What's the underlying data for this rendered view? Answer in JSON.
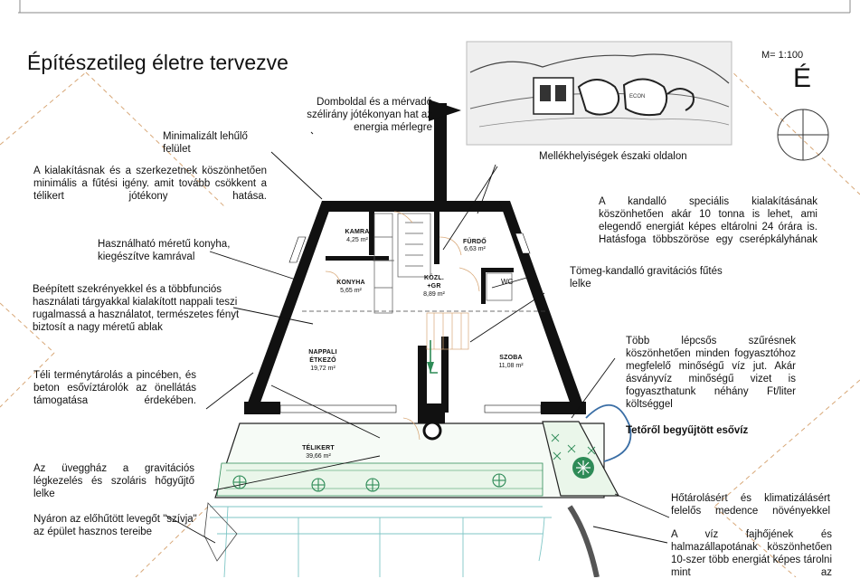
{
  "title": "Építészetileg életre tervezve",
  "scale": "M= 1:100",
  "north": "É",
  "colors": {
    "wall": "#111111",
    "green": "#2e8b57",
    "dashed": "#d8a878",
    "cyan": "#7fc6c6",
    "blue": "#3a6ea5"
  },
  "annotations": {
    "hill_wind": "Domboldal és a mérvadó szélirány jótékonyan hat az energia mérlegre",
    "minimal_surface": "Minimalizált lehűlő felület",
    "design_text": "A kialakításnak és a szerkezetnek köszönhetően minimális a fűtési igény. amit tovább csökkent a télikert jótékony hatása.",
    "ancillary_north": "Mellékhelyiségek északi oldalon",
    "fireplace_note": "A kandalló speciális kialakításának köszönhetően akár 10 tonna is lehet, ami elegendő energiát képes eltárolni 24 órára is. Hatásfoga többszöröse egy cserépkályhának",
    "kitchen_note": "Használható méretű konyha, kiegészítve kamrával",
    "mass_fireplace": "Tömeg-kandalló gravitációs fűtés lelke",
    "built_in": "Beépített szekrényekkel és a többfunciós használati tárgyakkal kialakított nappali teszi rugalmassá a használatot, természetes fényt biztosít a nagy méretű ablak",
    "filtration": "Több lépcsős szűrésnek köszönhetően minden fogyasztóhoz megfelelő minőségű víz jut. Akár ásványvíz minőségű vizet is fogyaszthatunk néhány Ft/liter költséggel",
    "cellar": "Téli terménytárolás a pincében, és beton esővíztárolók az önellátás támogatása érdekében.",
    "rainwater": "Tetőről begyűjtött esővíz",
    "greenhouse": "Az üveggház a gravitációs légkezelés és szoláris hőgyűjtő lelke",
    "summer_air": "Nyáron az előhűtött levegőt \"szívja\" az épület hasznos tereibe",
    "heat_storage": "Hőtárolásért és klimatizálásért felelős medence növényekkel",
    "water_heat": "A víz fajhőjének és halmazállapotának köszönhetően 10-szer több energiát képes tárolni mint az"
  },
  "rooms": {
    "kamra": {
      "name": "KAMRA",
      "area": "4,25 m²"
    },
    "furdo": {
      "name": "FÜRDŐ",
      "area": "6,63 m²"
    },
    "konyha": {
      "name": "KONYHA",
      "area": "5,65 m²"
    },
    "kozl": {
      "name": "KÖZL.\n+GR",
      "name1": "KÖZL.",
      "name2": "+GR",
      "area": "8,89 m²"
    },
    "wc": {
      "name": "WC"
    },
    "nappali": {
      "name1": "NAPPALI",
      "name2": "ÉTKEZŐ",
      "area": "19,72 m²"
    },
    "szoba": {
      "name": "SZOBA",
      "area": "11,08 m²"
    },
    "telikert": {
      "name": "TÉLIKERT",
      "area": "39,66 m²"
    }
  },
  "sketch_label": "ECON"
}
